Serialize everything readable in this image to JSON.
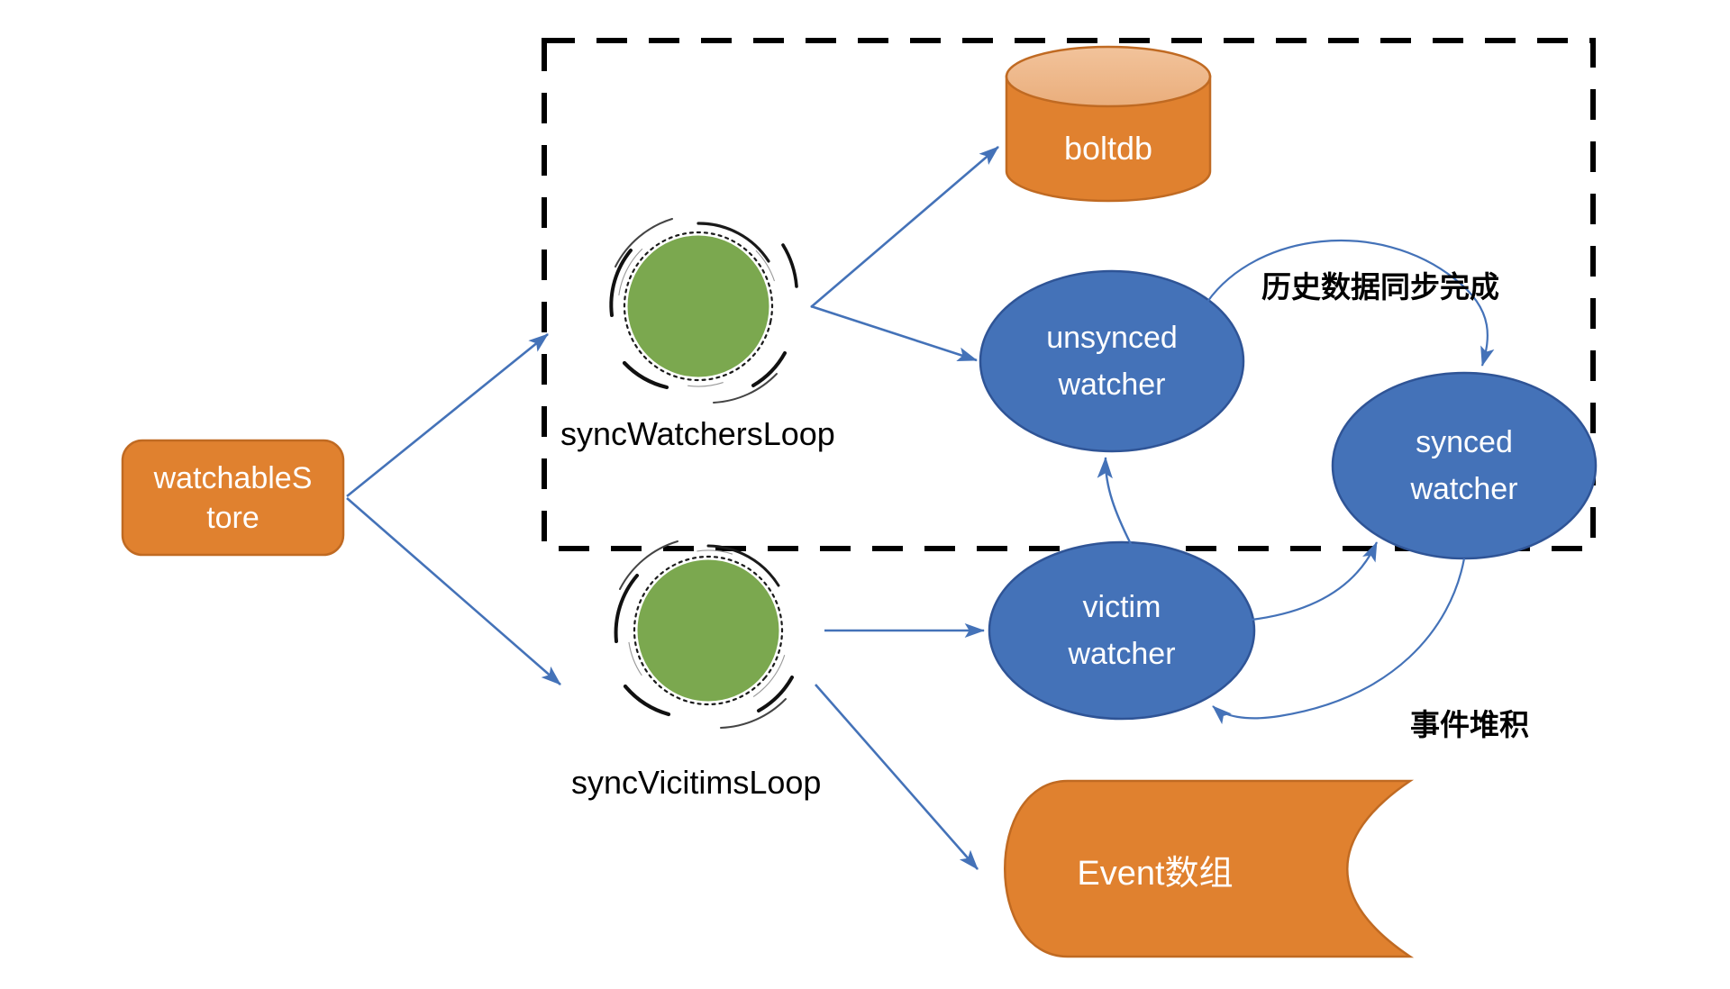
{
  "diagram": {
    "title": "etcd watchableStore watcher synchronisation flow",
    "colors": {
      "orange_fill": "#E0812F",
      "orange_stroke": "#C06A22",
      "orange_top": "#EFB686",
      "blue_fill": "#4472B8",
      "blue_stroke": "#2F5496",
      "green_fill": "#7BA84F",
      "arrow_blue": "#4472B8",
      "dashed_black": "#000000",
      "text_white": "#FFFFFF",
      "text_black": "#000000"
    },
    "nodes": [
      {
        "id": "watchable-store",
        "label": "watchableS\ntore",
        "shape": "rounded-rect",
        "fill": "orange"
      },
      {
        "id": "sync-watchers-loop-spinner",
        "label": "",
        "shape": "spinner-circle",
        "fill": "green"
      },
      {
        "id": "sync-vicitims-loop-spinner",
        "label": "",
        "shape": "spinner-circle",
        "fill": "green"
      },
      {
        "id": "boltdb",
        "label": "boltdb",
        "shape": "cylinder",
        "fill": "orange"
      },
      {
        "id": "unsynced-watcher",
        "label": "unsynced\nwatcher",
        "shape": "ellipse",
        "fill": "blue"
      },
      {
        "id": "synced-watcher",
        "label": "synced\nwatcher",
        "shape": "ellipse",
        "fill": "blue"
      },
      {
        "id": "victim-watcher",
        "label": "victim\nwatcher",
        "shape": "ellipse",
        "fill": "blue"
      },
      {
        "id": "event-array",
        "label": "Event数组",
        "shape": "tape",
        "fill": "orange"
      }
    ],
    "labels": {
      "sync_watchers_loop": "syncWatchersLoop",
      "sync_vicitims_loop": "syncVicitimsLoop",
      "watchable_store": "watchableS\ntore",
      "boltdb": "boltdb",
      "unsynced_watcher": "unsynced\nwatcher",
      "synced_watcher": "synced\nwatcher",
      "victim_watcher": "victim\nwatcher",
      "event_array": "Event数组",
      "history_sync_done": "历史数据同步完成",
      "event_backlog": "事件堆积"
    },
    "edges": [
      {
        "from": "watchable-store",
        "to": "sync-watchers-loop-spinner",
        "style": "straight-arrow",
        "label": ""
      },
      {
        "from": "watchable-store",
        "to": "sync-vicitims-loop-spinner",
        "style": "straight-arrow",
        "label": ""
      },
      {
        "from": "sync-watchers-loop-spinner",
        "to": "boltdb",
        "style": "straight-arrow",
        "label": ""
      },
      {
        "from": "sync-watchers-loop-spinner",
        "to": "unsynced-watcher",
        "style": "straight-arrow",
        "label": ""
      },
      {
        "from": "unsynced-watcher",
        "to": "synced-watcher",
        "style": "curved-arrow",
        "label": "历史数据同步完成"
      },
      {
        "from": "sync-vicitims-loop-spinner",
        "to": "victim-watcher",
        "style": "straight-arrow",
        "label": ""
      },
      {
        "from": "sync-vicitims-loop-spinner",
        "to": "event-array",
        "style": "straight-arrow",
        "label": ""
      },
      {
        "from": "victim-watcher",
        "to": "unsynced-watcher",
        "style": "curved-arrow",
        "label": ""
      },
      {
        "from": "victim-watcher",
        "to": "synced-watcher",
        "style": "curved-arrow",
        "label": ""
      },
      {
        "from": "synced-watcher",
        "to": "victim-watcher",
        "style": "curved-arrow",
        "label": "事件堆积"
      }
    ],
    "group_box": {
      "name": "dashed-group-box",
      "style": "dashed",
      "color": "#000000"
    }
  }
}
